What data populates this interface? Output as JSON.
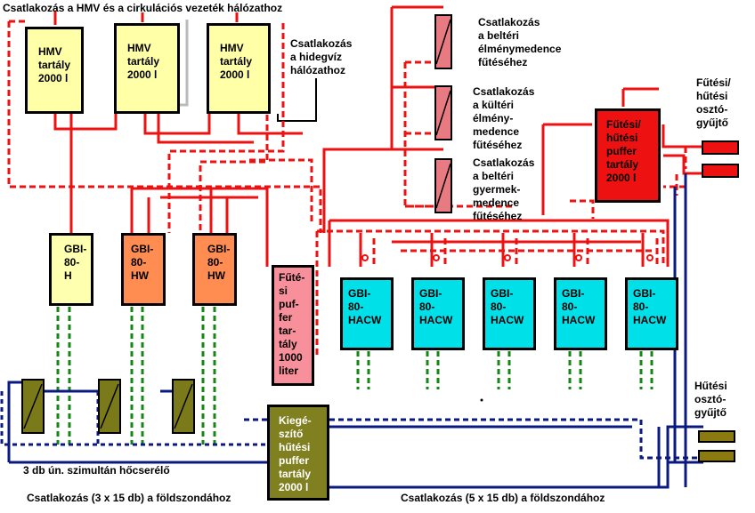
{
  "labels": {
    "top_hmv": "Csatlakozás a HMV és a cirkulációs vezeték hálózathoz",
    "cold_water": "Csatlakozás\na hidegvíz\nhálózathoz",
    "indoor_pool": "Csatlakozás\na beltéri\nélménymedence\nfűtéséhez",
    "outdoor_pool": "Csatlakozás\na kültéri\nélmény-\nmedence\nfűtéséhez",
    "kids_pool": "Csatlakozás\na beltéri\ngyermek-\nmedence\nfűtéséhez",
    "heat_distributor": "Fűtési/\nhűtési\nosztó-\ngyűjtő",
    "cool_distributor": "Hűtési\nosztó-\ngyűjtő",
    "exchangers": "3 db ún. szimultán hőcserélő",
    "probes_left": "Csatlakozás (3 x 15 db) a földszondához",
    "probes_right": "Csatlakozás (5 x 15 db) a földszondához"
  },
  "hmv_tanks": [
    {
      "text": "HMV\ntartály\n2000 l"
    },
    {
      "text": "HMV\ntartály\n2000 l"
    },
    {
      "text": "HMV\ntartály\n2000 l"
    }
  ],
  "gbi_h": {
    "text": "GBI-\n80-\nH"
  },
  "gbi_hw": [
    {
      "text": "GBI-\n80-\nHW"
    },
    {
      "text": "GBI-\n80-\nHW"
    }
  ],
  "gbi_hacw": [
    {
      "text": "GBI-\n80-\nHACW"
    },
    {
      "text": "GBI-\n80-\nHACW"
    },
    {
      "text": "GBI-\n80-\nHACW"
    },
    {
      "text": "GBI-\n80-\nHACW"
    },
    {
      "text": "GBI-\n80-\nHACW"
    }
  ],
  "heating_buffer": {
    "text": "Fűté-\nsi\npuf-\nfer\ntar-\ntály\n1000\nliter"
  },
  "heat_cool_buffer": {
    "text": "Fűtési/\nhűtési\npuffer\ntartály\n2000 l"
  },
  "cooling_buffer": {
    "text": "Kiegé-\nszítő\nhűtési\npuffer\ntartály\n2000 l"
  },
  "colors": {
    "hot_pipe": "#ee1111",
    "ground_pipe": "#0a1a80",
    "grey_pipe": "#bbbbbb",
    "green_pipe": "#118811"
  }
}
